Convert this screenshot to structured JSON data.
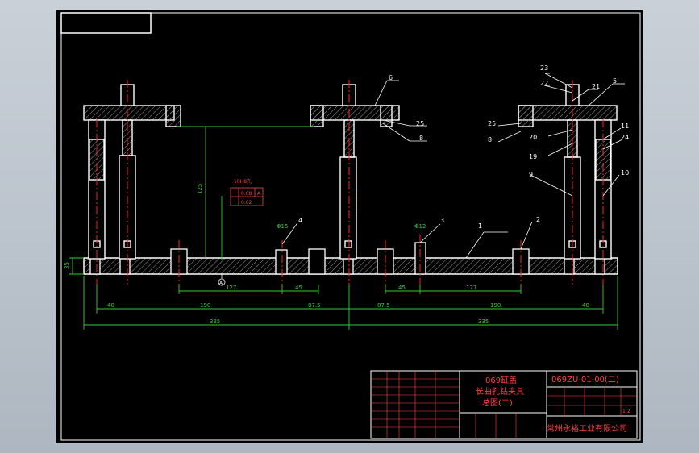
{
  "title_block": {
    "part_name_line1": "069缸盖",
    "part_name_line2": "长曲孔钻夹具",
    "part_name_line3": "总图(二)",
    "drawing_number": "069ZU-01-00(二)",
    "company": "常州永裕工业有限公司",
    "scale": "1:2"
  },
  "part_callouts": [
    "1",
    "2",
    "3",
    "4",
    "5",
    "6",
    "8",
    "9",
    "10",
    "11",
    "19",
    "20",
    "21",
    "22",
    "23",
    "24",
    "25"
  ],
  "dimensions": {
    "d127": "127",
    "d45": "45",
    "d190": "190",
    "d87_5": "87.5",
    "d40": "40",
    "d335": "335",
    "d35": "35",
    "d125": "125",
    "dphi15": "Φ15",
    "dphi12": "Φ12"
  },
  "tolerance": {
    "label": "10H8孔",
    "row1_value": "0.08",
    "row1_datum": "A",
    "row2_value": "0.02"
  },
  "datum_label": "A",
  "colors": {
    "sheet": "#000000",
    "outline": "#ffffff",
    "dimension": "#33cc33",
    "centerline": "#ff2222",
    "tolerance": "#ff4444",
    "callout": "#ffffff",
    "hatch": "#999999"
  }
}
